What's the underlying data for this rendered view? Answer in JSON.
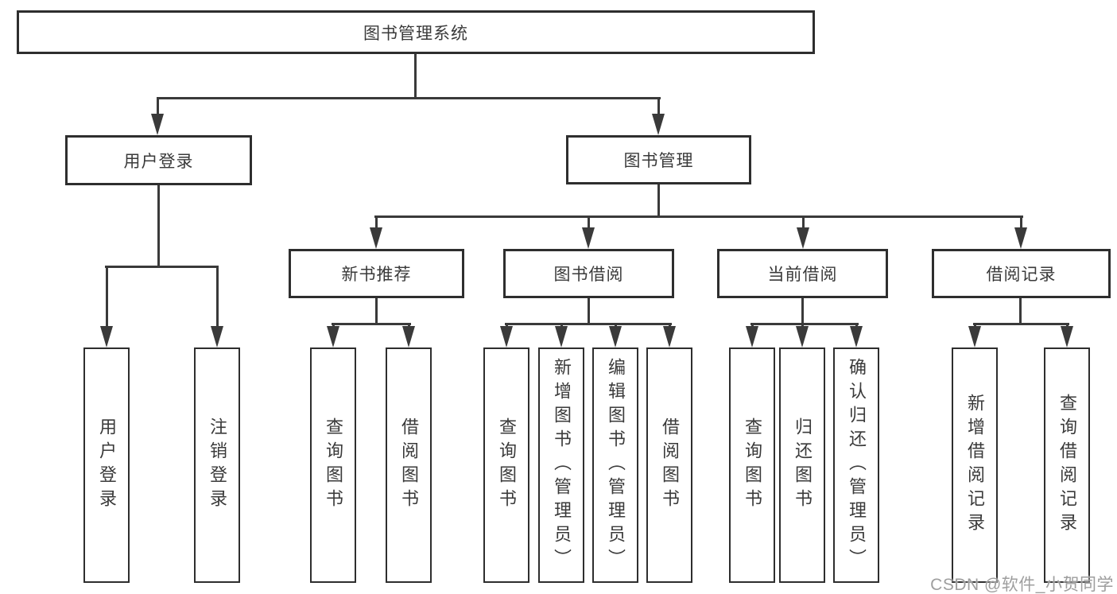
{
  "diagram": {
    "title": "图书管理系统",
    "level2": {
      "user_login": "用户登录",
      "book_mgmt": "图书管理"
    },
    "level3": {
      "new_books": "新书推荐",
      "book_borrow": "图书借阅",
      "current_borrow": "当前借阅",
      "borrow_records": "借阅记录"
    },
    "leaves": {
      "user_login": "用户登录",
      "logout": "注销登录",
      "nb_query_books": "查询图书",
      "nb_borrow_books": "借阅图书",
      "bb_query_books": "查询图书",
      "bb_add_books_admin": "新增图书（管理员）",
      "bb_edit_books_admin": "编辑图书（管理员）",
      "bb_borrow_books": "借阅图书",
      "cb_query_books": "查询图书",
      "cb_return_books": "归还图书",
      "cb_confirm_return_admin": "确认归还（管理员）",
      "br_add_record": "新增借阅记录",
      "br_query_record": "查询借阅记录"
    }
  },
  "watermark": {
    "text": "CSDN @软件_小贺同学"
  },
  "colors": {
    "line": "#3a3a3a",
    "box_border": "#2e2e2e",
    "text": "#3a3a3a",
    "watermark": "#9e9e9e",
    "background": "#ffffff"
  }
}
